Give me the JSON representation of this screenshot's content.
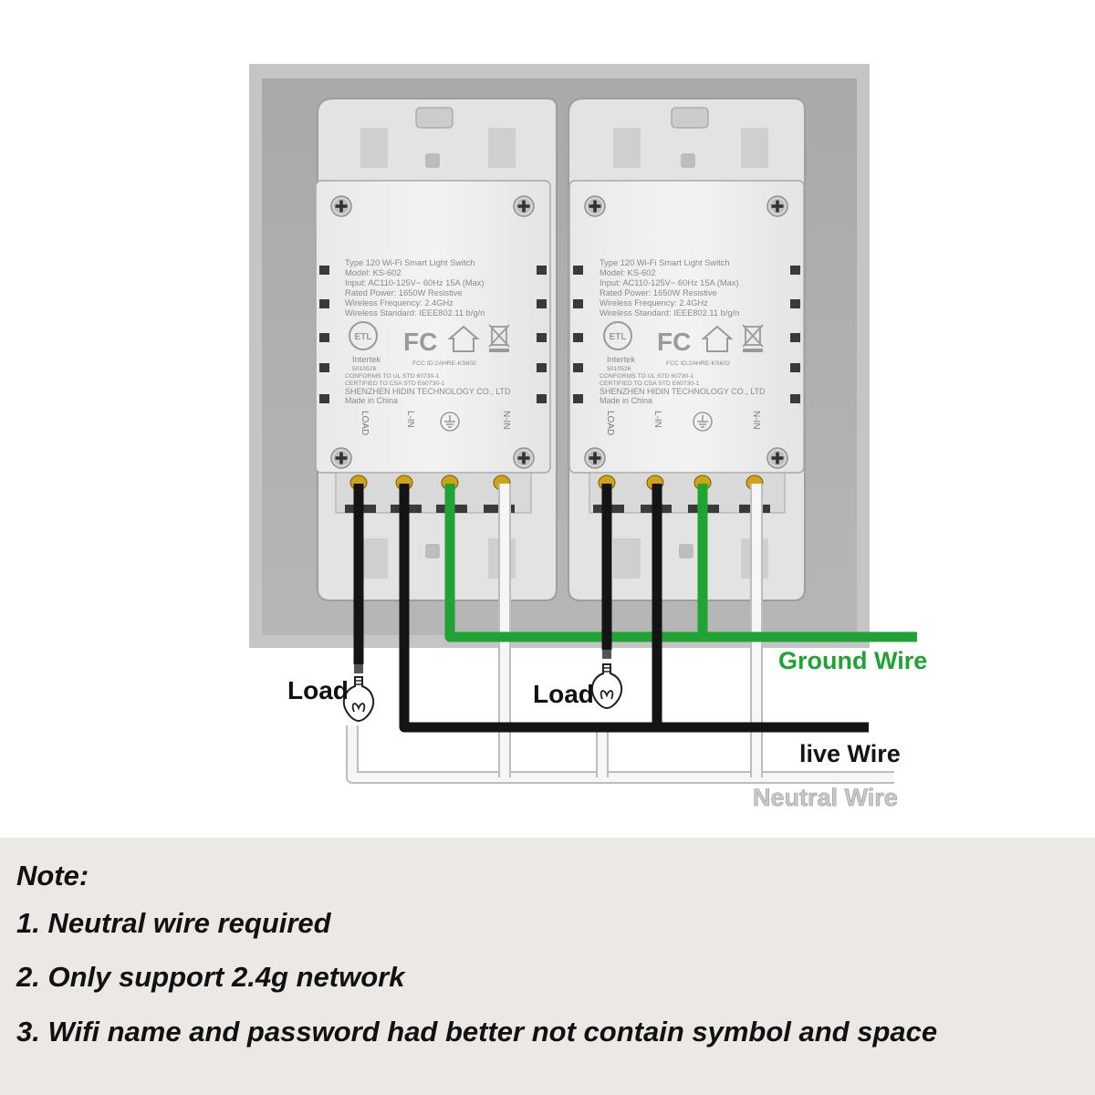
{
  "device_label": {
    "line1": "Type 120 Wi-Fi Smart Light Switch",
    "line2": "Model: KS-602",
    "line3": "Input: AC110-125V~ 60Hz 15A (Max)",
    "line4": "Rated Power: 1650W   Resistive",
    "line5": "Wireless Frequency: 2.4GHz",
    "line6": "Wireless Standard: IEEE802.11 b/g/n",
    "intertek": "Intertek",
    "intertek_no": "5010526",
    "fcc_id": "FCC ID:2AHRE-KS602",
    "conform1": "CONFORMS TO UL STD 60730-1",
    "conform2": "CERTIFIED TO CSA STD E60730-1",
    "manufacturer": "SHENZHEN HIDIN TECHNOLOGY CO., LTD",
    "origin": "Made in China",
    "fc_mark": "FC",
    "etl_mark": "ETL"
  },
  "terminals": {
    "load": "LOAD",
    "l_in": "L-IN",
    "n_in": "N-IN"
  },
  "labels": {
    "load_left": "Load",
    "load_right": "Load",
    "ground": "Ground Wire",
    "live": "live Wire",
    "neutral": "Neutral Wire"
  },
  "colors": {
    "ground": "#1fa332",
    "live": "#141414",
    "neutral": "#e6e6e6",
    "neutral_label": "#c8c8c8",
    "notes_bg": "#ece9e4"
  },
  "icons": [
    "screw-icon",
    "fc-logo-icon",
    "etl-logo-icon",
    "house-icon",
    "weee-bin-icon",
    "ground-symbol-icon",
    "light-bulb-icon"
  ],
  "notes": {
    "title": "Note:",
    "item1": "1. Neutral wire required",
    "item2": "2. Only support 2.4g network",
    "item3": "3. Wifi name and password had better not contain symbol and space"
  }
}
